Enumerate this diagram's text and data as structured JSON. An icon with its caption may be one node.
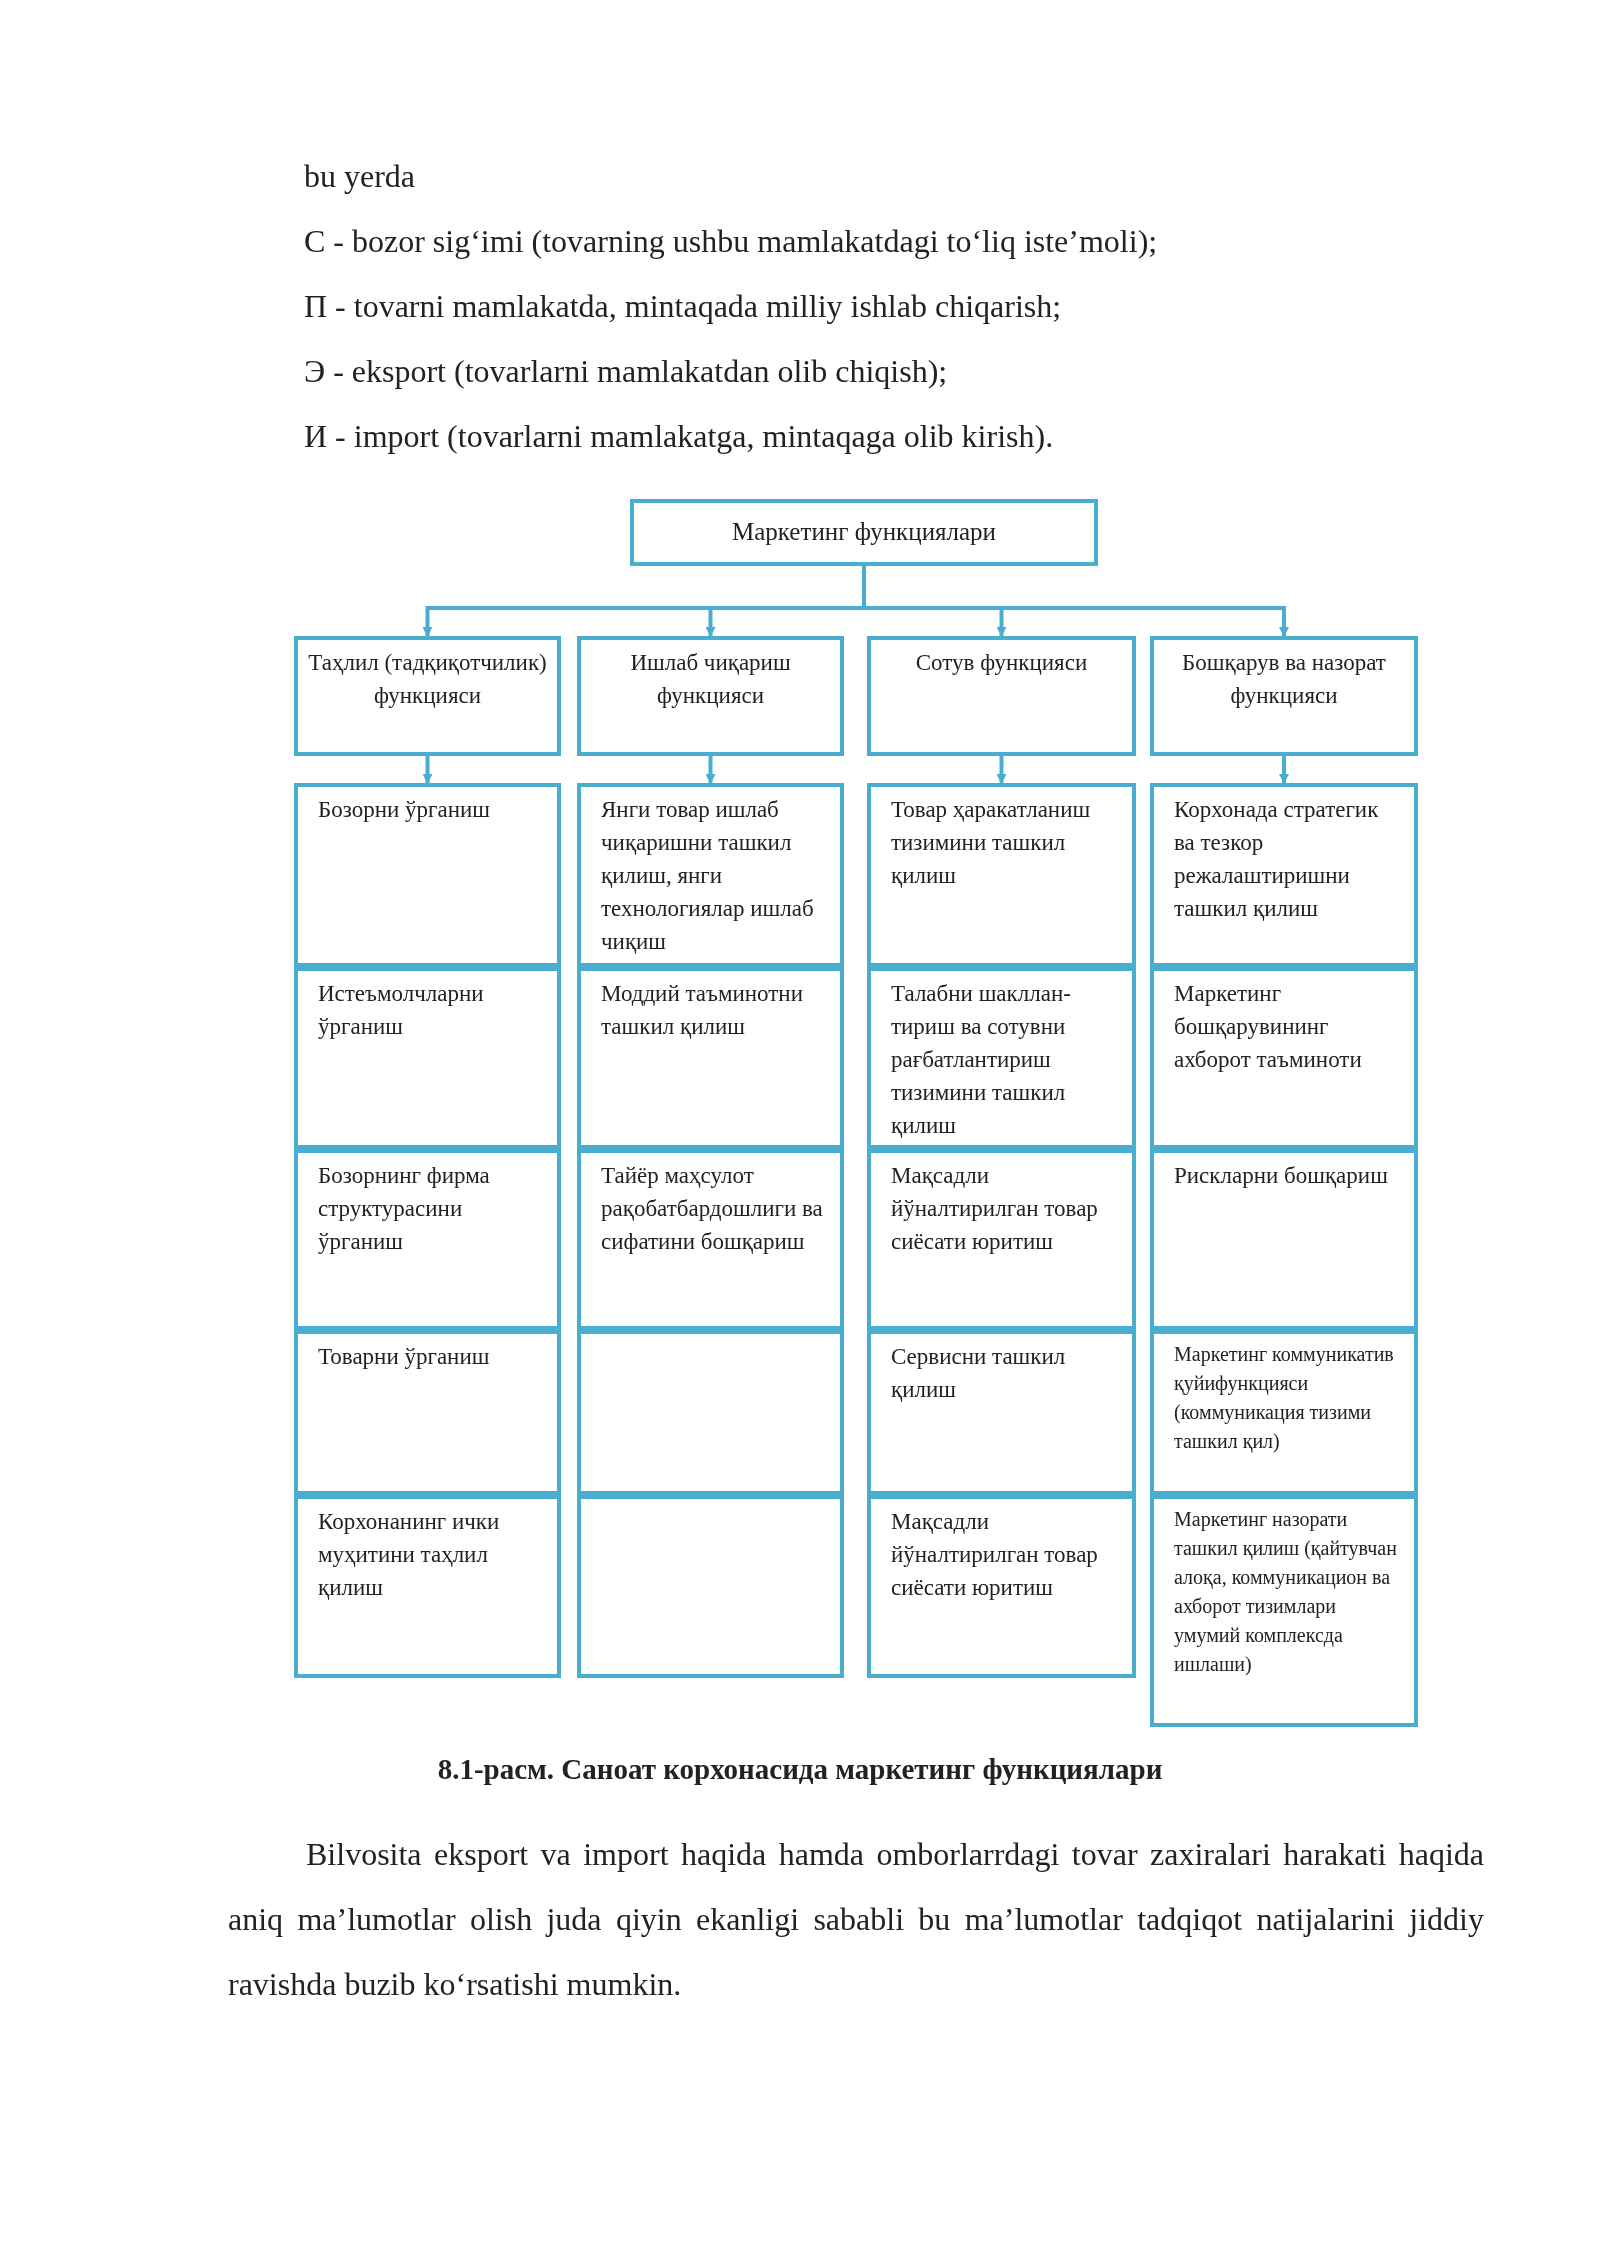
{
  "diagram": {
    "caption": "8.1-расм. Саноат корхонасида маркетинг функциялари",
    "nodes": [
      {
        "text": [
          "Маркетинг функциялари"
        ]
      },
      {
        "text": [
          "Таҳлил (тадқиқотчилик) функцияси"
        ]
      },
      {
        "text": [
          "Ишлаб чиқариш функцияси"
        ]
      },
      {
        "text": [
          "Сотув функцияси"
        ]
      },
      {
        "text": [
          "Бошқарув ва назорат функцияси"
        ]
      },
      {
        "text": [
          "Бозорни ўрганиш"
        ]
      },
      {
        "text": [
          "Янги товар ишлаб чиқаришни ташкил қилиш, янги технологиялар ишлаб чиқиш"
        ]
      },
      {
        "text": [
          "Товар ҳаракатланиш тизимини ташкил қилиш"
        ]
      },
      {
        "text": [
          "Корхонада стратегик ва тезкор режалаштиришни ташкил қилиш"
        ]
      },
      {
        "text": [
          "Истеъмолчларни ўрганиш"
        ]
      },
      {
        "text": [
          "Моддий таъминотни ташкил қилиш"
        ]
      },
      {
        "text": [
          "Талабни шакллан-тириш ва сотувни рағбатлантириш тизимини ташкил қилиш"
        ]
      },
      {
        "text": [
          "Маркетинг бошқарувининг ахборот таъминоти"
        ]
      },
      {
        "text": [
          "Бозорнинг фирма структурасини ўрганиш"
        ]
      },
      {
        "text": [
          "Тайёр маҳсулот рақобатбардошлиги ва сифатини бошқариш"
        ]
      },
      {
        "text": [
          "Мақсадли йўналтирилган товар сиёсати юритиш"
        ]
      },
      {
        "text": [
          "Рискларни бошқариш"
        ]
      },
      {
        "text": [
          "Товарни ўрганиш"
        ]
      },
      {
        "text": [],
        "shape": "box"
      },
      {
        "text": [
          "Сервисни ташкил қилиш"
        ]
      },
      {
        "text": [
          "Маркетинг коммуникатив қуйифункцияси (коммуникация тизими ташкил қил)"
        ]
      },
      {
        "text": [
          "Корхонанинг ички муҳитини таҳлил қилиш"
        ]
      },
      {
        "text": [],
        "shape": "box"
      },
      {
        "text": [
          "Мақсадли йўналтирилган товар сиёсати юритиш"
        ]
      },
      {
        "text": [
          "Маркетинг назорати ташкил қилиш (қайтувчан алоқа, коммуникацион ва ахборот тизимлари умумий комплексда ишлаши)"
        ]
      }
    ],
    "edges": [
      {
        "from": 0,
        "to": 1,
        "arrow": "to"
      },
      {
        "from": 0,
        "to": 2,
        "arrow": "to"
      },
      {
        "from": 0,
        "to": 3,
        "arrow": "to"
      },
      {
        "from": 0,
        "to": 4,
        "arrow": "to"
      },
      {
        "from": 1,
        "to": 5,
        "arrow": "to"
      },
      {
        "from": 2,
        "to": 6,
        "arrow": "to"
      },
      {
        "from": 3,
        "to": 7,
        "arrow": "to"
      },
      {
        "from": 4,
        "to": 8,
        "arrow": "to"
      }
    ],
    "labels": [
      "bu yerda",
      "С - bozor sig‘imi (tovarning ushbu mamlakatdagi to‘liq iste’moli);",
      "П - tovarni mamlakatda, mintaqada milliy ishlab chiqarish;",
      "Э - eksport (tovarlarni mamlakatdan olib chiqish);",
      "И - import (tovarlarni mamlakatga, mintaqaga olib kirish).",
      "Bilvosita eksport va import haqida hamda omborlarrdagi tovar zaxiralari harakati haqida aniq ma’lumotlar olish juda qiyin ekanligi sababli bu ma’lumotlar tadqiqot natijalarini jiddiy ravishda buzib ko‘rsatishi mumkin."
    ]
  }
}
